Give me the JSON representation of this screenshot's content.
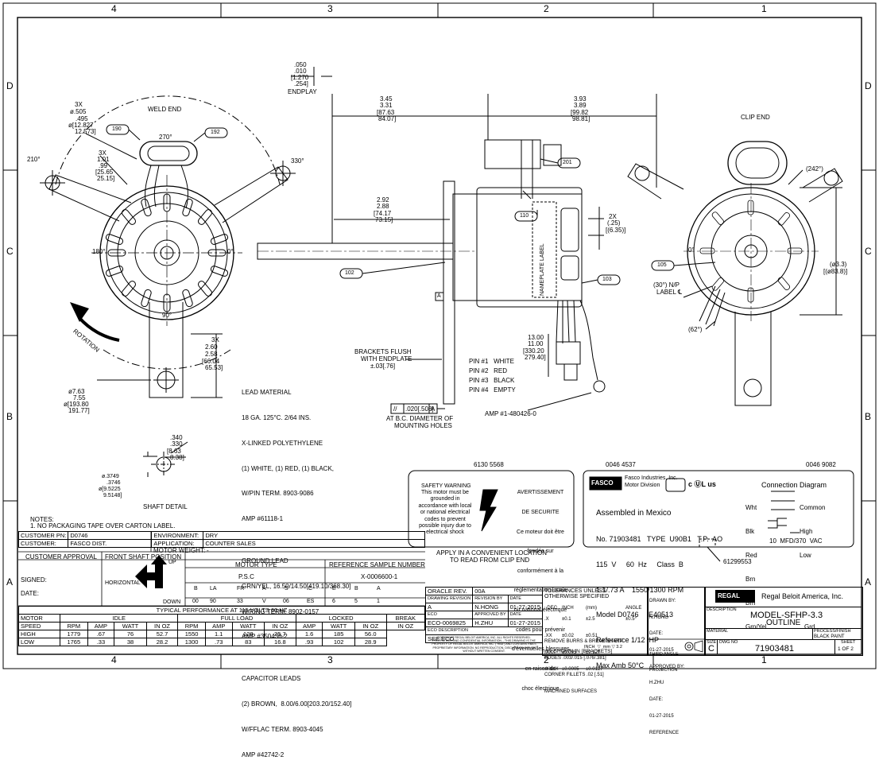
{
  "border": {
    "columns_top": [
      "4",
      "3",
      "2",
      "1"
    ],
    "columns_bottom": [
      "4",
      "3",
      "2",
      "1"
    ],
    "rows_left": [
      "D",
      "C",
      "B",
      "A"
    ],
    "rows_right": [
      "D",
      "C",
      "B",
      "A"
    ]
  },
  "weld_end": {
    "title": "WELD END",
    "callouts": [
      "190",
      "192"
    ],
    "angles": [
      "270°",
      "210°",
      "330°",
      "180°",
      "0°",
      "90°"
    ],
    "hole_dia_a": "3X",
    "hole_dia_b": "ø.505",
    "hole_dia_c": ".495",
    "hole_dia_d": "ø[12.827",
    "hole_dia_e": "12.573]",
    "hole_dim_a": "3X",
    "hole_dim_b": "1.01",
    "hole_dim_c": ".99",
    "hole_dim_d": "[25.65",
    "hole_dim_e": "25.15]",
    "leg_a": "3X",
    "leg_b": "2.60",
    "leg_c": "2.58",
    "leg_d": "[66.04",
    "leg_e": "65.53]",
    "bc_a": "ø7.63",
    "bc_b": "7.55",
    "bc_c": "ø[193.80",
    "bc_d": "191.77]",
    "rotation": "ROTATION"
  },
  "shaft_detail": {
    "title": "SHAFT DETAIL",
    "d1": ".340",
    "d2": ".330",
    "d3": "[8.63",
    "d4": "8.38]",
    "d5": "ø.3749",
    "d6": ".3746",
    "d7": "ø[9.5225",
    "d8": "9.5148]"
  },
  "side_view": {
    "endplay_a": ".050",
    "endplay_b": ".010",
    "endplay_c": "[1.270",
    "endplay_d": ".254]",
    "endplay_label": "ENDPLAY",
    "dim1_a": "3.45",
    "dim1_b": "3.31",
    "dim1_c": "[87.63",
    "dim1_d": "84.07]",
    "dim2_a": "3.93",
    "dim2_b": "3.89",
    "dim2_c": "[99.82",
    "dim2_d": "98.81]",
    "dim3_a": "2.92",
    "dim3_b": "2.88",
    "dim3_c": "[74.17",
    "dim3_d": "73.15]",
    "dim4_a": "2X",
    "dim4_b": "(.25)",
    "dim4_c": "[(6.35)]",
    "callouts": [
      "201",
      "110",
      "102",
      "103"
    ],
    "nameplate": "NAMEPLATE LABEL",
    "datum": "A",
    "lead_a": "13.00",
    "lead_b": "11.00",
    "lead_c": "[330.20",
    "lead_d": "279.40]",
    "brackets_a": "BRACKETS FLUSH",
    "brackets_b": "WITH ENDPLATE",
    "brackets_c": "±.03[.76]",
    "fcf_a": "//",
    "fcf_b": ".020[.508]",
    "fcf_c": "A",
    "bc_a": "AT B.C. DIAMETER OF",
    "bc_b": "MOUNTING HOLES",
    "pins": [
      "PIN #1   WHITE",
      "PIN #2   RED",
      "PIN #3   BLACK",
      "PIN #4   EMPTY"
    ],
    "amp": "AMP #1-480426-0"
  },
  "clip_end": {
    "title": "CLIP END",
    "angle_242": "(242°)",
    "angle_0": "0°",
    "callout": "105",
    "np_a": "(30°) N/P",
    "np_b": "LABEL ℄",
    "angle_62": "(62°)",
    "dia_a": "(ø3.3)",
    "dia_b": "[(ø83.8)]"
  },
  "lead_notes": [
    "LEAD MATERIAL",
    "18 GA. 125°C. 2/64 INS.",
    "X-LINKED POLYETHYLENE",
    "(1) WHITE, (1) RED, (1) BLACK,",
    "W/PIN TERM. 8903-9086",
    "AMP #61118-1",
    "",
    "GROUND LEAD",
    "GRN/YEL, 16.50/14.50[419.10/368.30]",
    "W/RING TERM. 8902-0157",
    "AMP #350436-2",
    "",
    "CAPACITOR LEADS",
    "(2) BROWN,  8.00/6.00[203.20/152.40]",
    "W/FFLAC TERM. 8903-4045",
    "AMP #42742-2"
  ],
  "safety_label": {
    "part_no": "6130 5568",
    "warn_title": "SAFETY WARNING",
    "warn_lines": [
      "This motor must be",
      "grounded in",
      "accordance with local",
      "or national electrical",
      "codes to prevent",
      "possible injury due to",
      "electrical shock"
    ],
    "fr_title_a": "AVERTISSEMENT",
    "fr_title_b": "DE SECURITE",
    "fr_lines": [
      "Ce moteur doit être",
      "fondée sur",
      "conformément à la",
      "réglementation locale",
      "ou national électrique",
      "codes pour prévenir",
      "d'éventuelles blessures",
      "en raison de",
      "choc électrique"
    ],
    "apply_a": "APPLY IN A CONVENIENT LOCATION",
    "apply_b": "TO READ FROM CLIP END"
  },
  "nameplate_label": {
    "part_no_left": "0046 4537",
    "part_no_right": "0046 9082",
    "logo": "FASCO",
    "company_a": "Fasco Industries, Inc.",
    "company_b": "Motor Division",
    "ul": "c ⓊL us",
    "lines": [
      "Assembled in Mexico",
      "No. 71903481   TYPE  U90B1   T.P.  AO",
      "115  V     60  Hz     Class  B",
      "1.1/.73 A    1550/1300 RPM",
      "Model D0746     E40513",
      "Reference 1/12  HP",
      "Max Amb 50°C"
    ],
    "conn_title": "Connection Diagram",
    "conn": [
      [
        "Wht",
        "Common"
      ],
      [
        "Blk",
        "High"
      ],
      [
        "Red",
        "Low"
      ],
      [
        "Brn",
        ""
      ],
      [
        "Brn",
        ""
      ],
      [
        "Grn/Yel",
        "Grd"
      ]
    ],
    "capacitor": "10  MFD/370  VAC",
    "callout": "61299553"
  },
  "notes": {
    "title": "NOTES:",
    "line1": "1. NO PACKAGING TAPE OVER CARTON LABEL."
  },
  "customer": {
    "pn_label": "CUSTOMER PN:",
    "pn": "D0746",
    "cust_label": "CUSTOMER:",
    "cust": "FASCO DIST.",
    "env_label": "ENVIRONMENT:",
    "env": "DRY",
    "app_label": "APPLICATION:",
    "app": "COUNTER SALES",
    "wt_label": "MOTOR WEIGHT:",
    "wt": "-",
    "approval": "CUSTOMER APPROVAL",
    "front_shaft": "FRONT SHAFT POSITION",
    "signed": "SIGNED:",
    "date": "DATE:",
    "horizontal": "HORIZONTAL",
    "up": "UP",
    "down": "DOWN",
    "motor_type_h": "MOTOR TYPE",
    "motor_type": "P.S.C",
    "ref_h": "REFERENCE SAMPLE NUMBER",
    "ref": "X-0006600-1",
    "code_hdr": [
      "B",
      "LA",
      "FR",
      "A",
      "S",
      "C",
      "E",
      "B",
      "A"
    ],
    "code_val": [
      "00",
      "90",
      "33",
      "V",
      "06",
      "ES",
      "6",
      "5",
      "1"
    ]
  },
  "performance": {
    "title": "TYPICAL  PERFORMANCE AT   115  VOLTS   60 HZ",
    "groups": [
      "IDLE",
      "FULL LOAD",
      "LOCKED",
      "BREAK"
    ],
    "col_motor": "MOTOR",
    "col_speed": "SPEED",
    "headers": [
      "RPM",
      "AMP",
      "WATT",
      "IN OZ",
      "RPM",
      "AMP",
      "WATT",
      "IN OZ",
      "AMP",
      "WATT",
      "IN OZ"
    ],
    "rows": [
      [
        "HIGH",
        "1779",
        ".67",
        "76",
        "52.7",
        "1550",
        "1.1",
        "128",
        "25.7",
        "1.6",
        "185",
        "56.0"
      ],
      [
        "LOW",
        "1765",
        ".33",
        "38",
        "28.2",
        "1300",
        ".73",
        "83",
        "16.8",
        ".93",
        "102",
        "28.9"
      ]
    ]
  },
  "revision": {
    "oracle": "ORACLE REV.",
    "rev": "00A",
    "r1": [
      "DRAWING REVISION",
      "REVISION BY",
      "DATE"
    ],
    "r2": [
      "A",
      "N.HONG",
      "01-27-2015"
    ],
    "r3": [
      "ECO",
      "APPROVED BY",
      "DATE"
    ],
    "r4": [
      "ECO-0069825",
      "H.ZHU",
      "01-27-2015"
    ],
    "r5": [
      "ECO DESCRIPTION"
    ],
    "r6": [
      "SEE ECO"
    ],
    "prop": "COPYRIGHT REGAL BELOIT AMERICA, INC. ALL RIGHTS RESERVED. PROPRIETARY AND CONFIDENTIAL INFORMATION – THIS DRAWING IS THE PROPERTY OF REGAL BELOIT AMERICA, INC. (\"RBA\") AND CONTAINS RBA'S PROPRIETARY INFORMATION. NO REPRODUCTION, DISCLOSURE OR USE WITHOUT WRITTEN CONSENT."
  },
  "tolerances": {
    "title": "TOLERANCES UNLESS",
    "title2": "OTHERWISE SPECIFIED",
    "hdr": [
      "DEC.",
      "INCH",
      "(mm)",
      "ANGLE"
    ],
    "rows": [
      [
        ".X",
        "±0.1",
        "±2.5",
        "±0.5°"
      ],
      [
        ".XX",
        "±0.02",
        "±0.51",
        ""
      ],
      [
        ".XXX",
        "±0.005",
        "±0.127",
        ""
      ],
      [
        ".XXXX",
        "±0.0005",
        "±0.0127",
        ""
      ]
    ],
    "burrs": "REMOVE BURRS & BREAK SHARP",
    "edges": "EDGES .003/.015 [.076/.381]",
    "fillets": "CORNER FILLETS .02 [.51]",
    "machined": "MACHINED SURFACES",
    "finish": "INCH  ▽  mm ▽ 3.2",
    "mm": "mm SHOWN IN [BRACKETS]"
  },
  "approvals": {
    "drawn": "DRAWN BY:",
    "drawn_v": "N.HONG",
    "date1": "DATE:",
    "date1_v": "01-27-2015",
    "appr": "APPROVED BY:",
    "appr_v": "H.ZHU",
    "date2": "DATE:",
    "date2_v": "01-27-2015",
    "reference": "REFERENCE",
    "third": "THIRD ANGLE",
    "projection": "PROJECTION"
  },
  "title_block": {
    "logo": "REGAL",
    "company": "Regal Beloit America, Inc.",
    "desc_label": "DESCRIPTION",
    "desc1": "MODEL-SFHP-3.3",
    "desc2": "OUTLINE",
    "material": "MATERIAL",
    "finish_label": "PROCESS/FINISH",
    "finish": "BLACK PAINT",
    "size_label": "SIZE",
    "size": "C",
    "dwg_label": "DWG NO",
    "dwg": "71903481",
    "sheet_label": "SHEET",
    "sheet": "1 OF 2"
  }
}
